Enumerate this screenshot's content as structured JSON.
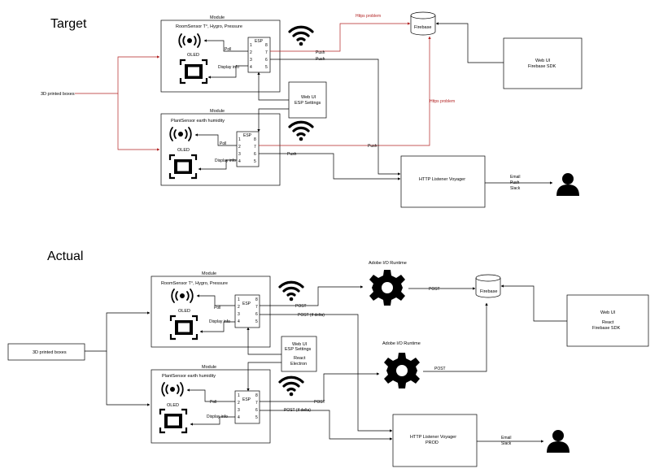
{
  "target": {
    "title": "Target",
    "boxes_label": "3D printed boxes",
    "module_caption": "Module",
    "room_module": {
      "sensor_name": "RoomSensor T°, Hygro, Pressure",
      "oled_label": "OLED",
      "poll_label": "Poll",
      "display_label": "Display info",
      "esp_label": "ESP",
      "pins": [
        "1",
        "2",
        "3",
        "4",
        "8",
        "7",
        "6",
        "5"
      ]
    },
    "plant_module": {
      "sensor_name": "PlantSensor earth humidity",
      "oled_label": "OLED",
      "poll_label": "Poll",
      "display_label": "Display info",
      "esp_label": "ESP",
      "pins": [
        "1",
        "2",
        "3",
        "4",
        "8",
        "7",
        "6",
        "5"
      ]
    },
    "web_ui_settings": [
      "Web UI",
      "ESP Settings"
    ],
    "firebase_label": "Firebase",
    "web_ui_firebase": [
      "Web UI",
      "Firebase SDK"
    ],
    "https_problem_1": "Https problem",
    "https_problem_2": "Https problem",
    "push_label_1": "Push",
    "push_label_2": "Push",
    "push_label_3": "Push",
    "push_label_4": "Push",
    "http_listener": "HTTP Listener Voyager",
    "notify_lines": [
      "Email",
      "Push",
      "Slack"
    ]
  },
  "actual": {
    "title": "Actual",
    "boxes_label": "3D printed boxes",
    "module_caption": "Module",
    "room_module": {
      "sensor_name": "RoomSensor T°, Hygro, Pressure",
      "oled_label": "OLED",
      "poll_label": "Poll",
      "display_label": "Display info",
      "esp_label": "ESP",
      "pins": [
        "1",
        "2",
        "3",
        "4",
        "8",
        "7",
        "6",
        "5"
      ]
    },
    "plant_module": {
      "sensor_name": "PlantSensor earth humidity",
      "oled_label": "OLED",
      "poll_label": "Poll",
      "display_label": "Display info",
      "esp_label": "ESP",
      "pins": [
        "1",
        "2",
        "3",
        "4",
        "8",
        "7",
        "6",
        "5"
      ]
    },
    "web_ui_settings": [
      "Web UI",
      "ESP Settings",
      "React",
      "Electron"
    ],
    "adobe_runtime_1": "Adobe I/O Runtime",
    "adobe_runtime_2": "Adobe I/O Runtime",
    "post_1": "POST",
    "post_2": "POST",
    "post_3": "POST",
    "post_4": "POST",
    "post_delta_1": "POST (if delta)",
    "post_delta_2": "POST (if delta)",
    "firebase_label": "Firebase",
    "web_ui_firebase": [
      "Web UI",
      "React",
      "Firebase SDK"
    ],
    "http_listener": [
      "HTTP Listener Voyager",
      "PROD"
    ],
    "notify_lines": [
      "Email",
      "Slack"
    ]
  },
  "icons": {
    "wifi": "wifi-icon",
    "sensor": "wireless-sensor-icon",
    "oled": "oled-screen-icon",
    "gear": "gear-icon",
    "user": "user-icon",
    "database": "database-icon"
  },
  "colors": {
    "problem": "#b22222",
    "line": "#000000"
  }
}
